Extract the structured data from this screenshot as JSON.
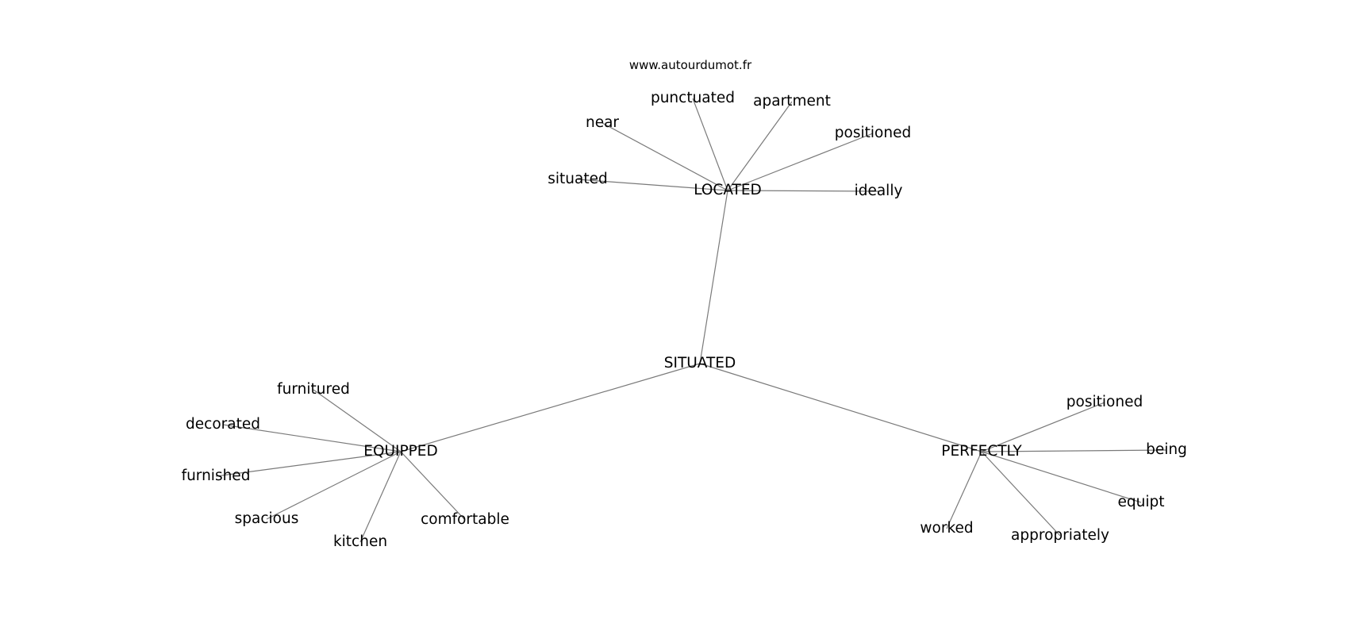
{
  "watermark": "www.autourdumot.fr",
  "graph": {
    "nodes": [
      {
        "id": "situated_hub",
        "label": "SITUATED"
      },
      {
        "id": "located",
        "label": "LOCATED"
      },
      {
        "id": "equipped",
        "label": "EQUIPPED"
      },
      {
        "id": "perfectly",
        "label": "PERFECTLY"
      },
      {
        "id": "near",
        "label": "near"
      },
      {
        "id": "punctuated",
        "label": "punctuated"
      },
      {
        "id": "apartment",
        "label": "apartment"
      },
      {
        "id": "positioned_1",
        "label": "positioned"
      },
      {
        "id": "situated_leaf",
        "label": "situated"
      },
      {
        "id": "ideally",
        "label": "ideally"
      },
      {
        "id": "furnitured",
        "label": "furnitured"
      },
      {
        "id": "decorated",
        "label": "decorated"
      },
      {
        "id": "furnished",
        "label": "furnished"
      },
      {
        "id": "spacious",
        "label": "spacious"
      },
      {
        "id": "kitchen",
        "label": "kitchen"
      },
      {
        "id": "comfortable",
        "label": "comfortable"
      },
      {
        "id": "positioned_2",
        "label": "positioned"
      },
      {
        "id": "being",
        "label": "being"
      },
      {
        "id": "equipt",
        "label": "equipt"
      },
      {
        "id": "appropriately",
        "label": "appropriately"
      },
      {
        "id": "worked",
        "label": "worked"
      }
    ],
    "edges": [
      [
        "situated_hub",
        "located"
      ],
      [
        "situated_hub",
        "equipped"
      ],
      [
        "situated_hub",
        "perfectly"
      ],
      [
        "located",
        "near"
      ],
      [
        "located",
        "punctuated"
      ],
      [
        "located",
        "apartment"
      ],
      [
        "located",
        "positioned_1"
      ],
      [
        "located",
        "situated_leaf"
      ],
      [
        "located",
        "ideally"
      ],
      [
        "equipped",
        "furnitured"
      ],
      [
        "equipped",
        "decorated"
      ],
      [
        "equipped",
        "furnished"
      ],
      [
        "equipped",
        "spacious"
      ],
      [
        "equipped",
        "kitchen"
      ],
      [
        "equipped",
        "comfortable"
      ],
      [
        "perfectly",
        "positioned_2"
      ],
      [
        "perfectly",
        "being"
      ],
      [
        "perfectly",
        "equipt"
      ],
      [
        "perfectly",
        "appropriately"
      ],
      [
        "perfectly",
        "worked"
      ]
    ]
  }
}
